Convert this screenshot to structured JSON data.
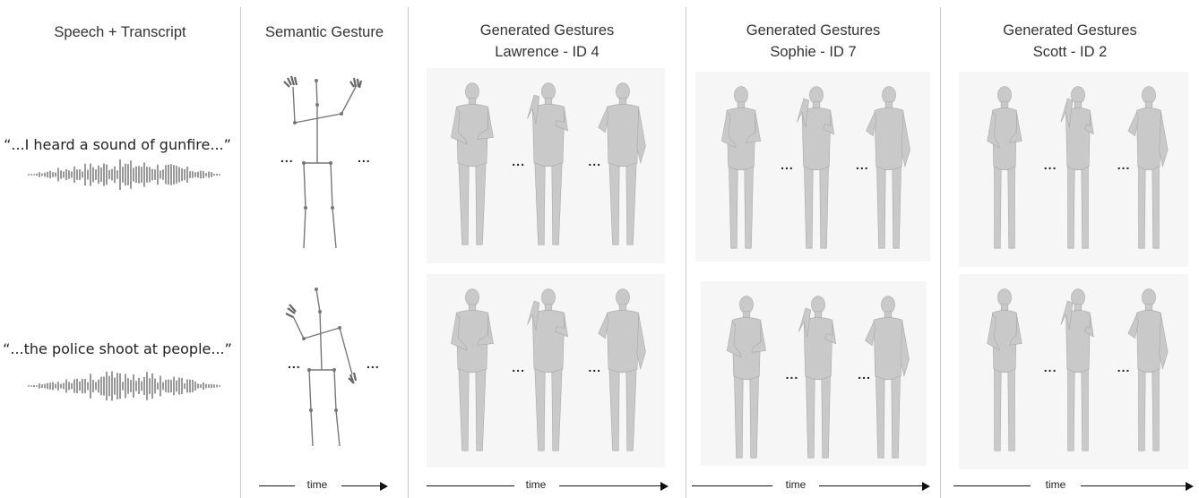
{
  "columns": {
    "speech": {
      "header": "Speech + Transcript"
    },
    "semantic": {
      "header": "Semantic Gesture"
    },
    "gen": [
      {
        "title": "Generated Gestures",
        "subtitle": "Lawrence - ID 4"
      },
      {
        "title": "Generated Gestures",
        "subtitle": "Sophie - ID 7"
      },
      {
        "title": "Generated Gestures",
        "subtitle": "Scott - ID 2"
      }
    ]
  },
  "rows": [
    {
      "transcript": "“...I heard a sound of gunfire...”"
    },
    {
      "transcript": "“...the police shoot at people...”"
    }
  ],
  "ellipsis": "...",
  "time_label": "time",
  "colors": {
    "divider": "#c8c8c8",
    "body": "#c9c9c9",
    "skeleton": "#777777"
  }
}
